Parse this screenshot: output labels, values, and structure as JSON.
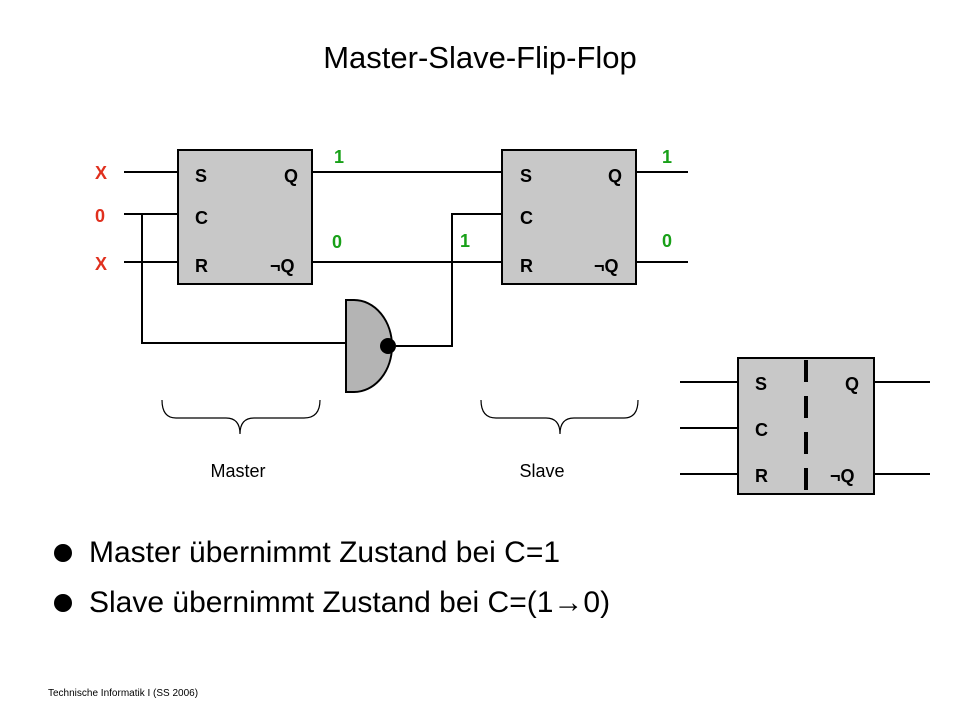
{
  "title": "Master-Slave-Flip-Flop",
  "colors": {
    "red": "#e0301e",
    "green": "#18a018",
    "gate_fill": "#b4b4b4",
    "box_fill": "#c8c8c8"
  },
  "inputs": {
    "s": "X",
    "c": "0",
    "r": "X"
  },
  "signals": {
    "master_q": "1",
    "master_nq": "0",
    "slave_clock": "1",
    "slave_q": "1",
    "slave_nq": "0"
  },
  "master_ff": {
    "s": "S",
    "c": "C",
    "r": "R",
    "q": "Q",
    "nq": "¬Q"
  },
  "slave_ff": {
    "s": "S",
    "c": "C",
    "r": "R",
    "q": "Q",
    "nq": "¬Q"
  },
  "symbol_ff": {
    "s": "S",
    "c": "C",
    "r": "R",
    "q": "Q",
    "nq": "¬Q"
  },
  "labels": {
    "master": "Master",
    "slave": "Slave"
  },
  "bullets": [
    "Master übernimmt Zustand bei C=1",
    "Slave übernimmt Zustand bei C=(1→0)"
  ],
  "footer": "Technische Informatik I (SS 2006)"
}
